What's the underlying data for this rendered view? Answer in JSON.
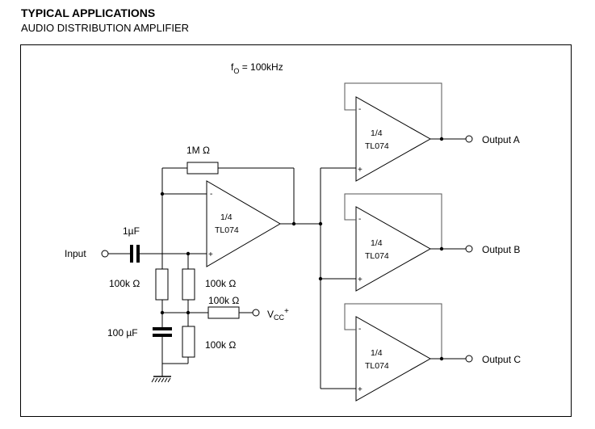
{
  "header": {
    "title": "TYPICAL APPLICATIONS",
    "subtitle": "AUDIO DISTRIBUTION AMPLIFIER"
  },
  "diagram": {
    "frequency": {
      "main": "f",
      "sub": "O",
      "rest": " = 100kHz"
    },
    "input_label": "Input",
    "cap_input_label": "1µF",
    "cap_bias_label": "100 µF",
    "res_feedback_label": "1M  Ω",
    "res_bias_left_label": "100k  Ω",
    "res_bias_mid_label": "100k  Ω",
    "res_vcc_label": "100k  Ω",
    "res_ground_label": "100k  Ω",
    "vcc": {
      "main": "V",
      "sub": "CC",
      "sup": "+"
    },
    "amp_fraction": "1/4",
    "amp_part": "TL074",
    "minus_sign": "-",
    "plus_sign": "+",
    "outputs": [
      "Output A",
      "Output B",
      "Output C"
    ]
  }
}
